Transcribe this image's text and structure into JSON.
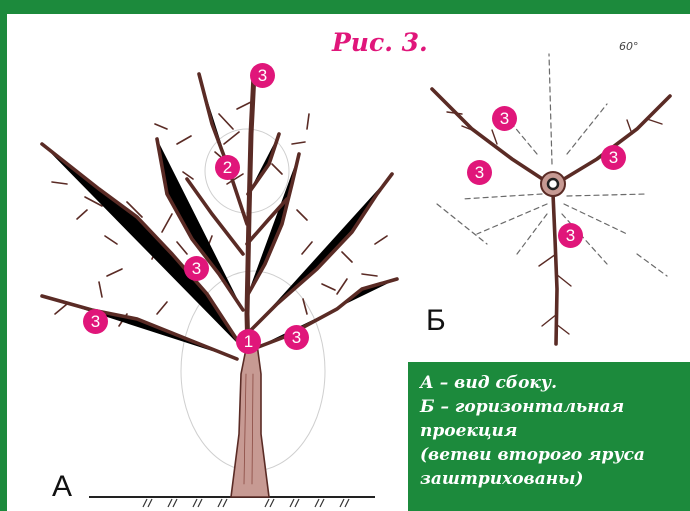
{
  "figure": {
    "title": "Рис. 3.",
    "angle_label": "60°",
    "view_a_letter": "А",
    "view_b_letter": "Б"
  },
  "markers": [
    "1",
    "2",
    "3"
  ],
  "legend": {
    "lines": [
      "А – вид сбоку.",
      "Б – горизонтальная",
      "проекция",
      "(ветви второго яруса",
      "заштрихованы)"
    ]
  },
  "colors": {
    "frame_green": "#1c8a3c",
    "marker_magenta": "#e0167a",
    "branch_fill": "#c79a93",
    "branch_outline": "#5a2b25"
  }
}
